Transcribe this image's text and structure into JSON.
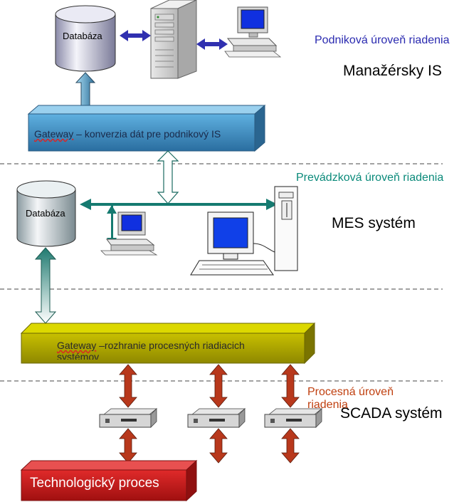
{
  "levels": {
    "enterprise": {
      "label": "Podniková úroveň riadenia",
      "system": "Manažérsky IS"
    },
    "operations": {
      "label": "Prevádzková úroveň riadenia",
      "system": "MES systém"
    },
    "process": {
      "label": "Procesná úroveň riadenia",
      "system": "SCADA systém"
    }
  },
  "gateway1": {
    "prefix": "Gateway",
    "rest": " – konverzia dát pre podnikový IS"
  },
  "gateway2": {
    "prefix": "Gateway",
    "rest": " –rozhranie procesných riadiacich systémov"
  },
  "database1": "Databáza",
  "database2": "Databáza",
  "process_box": "Technologický proces",
  "colors": {
    "enterprise_text": "#2a2ab0",
    "operations_text": "#0a8a7a",
    "process_text": "#c04010",
    "gateway1_fill": "#3a8ab8",
    "gateway2_fill": "#b0a800",
    "process_fill": "#c81e1e",
    "teal_arrow": "#157a70",
    "red_arrow": "#b8381c"
  }
}
